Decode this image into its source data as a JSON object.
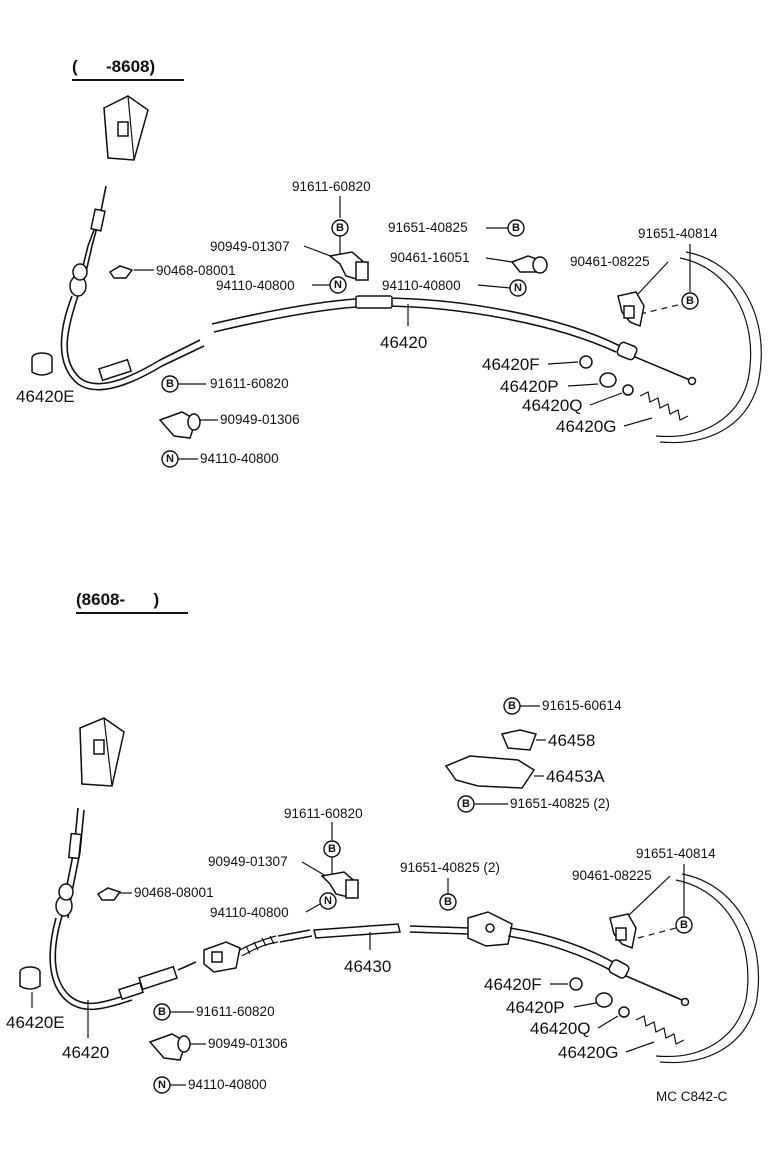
{
  "sections": [
    {
      "header": "(      -8608)",
      "labels": {
        "p_90468": "90468-08001",
        "p_46420E": "46420E",
        "p_91611_a": "91611-60820",
        "p_90949_01307": "90949-01307",
        "p_94110_a": "94110-40800",
        "p_46420": "46420",
        "p_91651_40825": "91651-40825",
        "p_90461_16051": "90461-16051",
        "p_94110_b": "94110-40800",
        "p_91651_40814": "91651-40814",
        "p_90461_08225": "90461-08225",
        "p_46420F": "46420F",
        "p_46420P": "46420P",
        "p_46420Q": "46420Q",
        "p_46420G": "46420G",
        "p_91611_b": "91611-60820",
        "p_90949_01306": "90949-01306",
        "p_94110_c": "94110-40800"
      }
    },
    {
      "header": "(8608-      )",
      "labels": {
        "p_91615": "91615-60614",
        "p_46458": "46458",
        "p_46453A": "46453A",
        "p_91651_40825_2a": "91651-40825 (2)",
        "p_91611_a": "91611-60820",
        "p_90949_01307": "90949-01307",
        "p_90468": "90468-08001",
        "p_94110_a": "94110-40800",
        "p_91651_40825_2b": "91651-40825 (2)",
        "p_91651_40814": "91651-40814",
        "p_90461_08225": "90461-08225",
        "p_46430": "46430",
        "p_46420F": "46420F",
        "p_46420P": "46420P",
        "p_46420Q": "46420Q",
        "p_46420G": "46420G",
        "p_46420E": "46420E",
        "p_46420": "46420",
        "p_91611_b": "91611-60820",
        "p_90949_01306": "90949-01306",
        "p_94110_b": "94110-40800"
      }
    }
  ],
  "symbols": {
    "bolt": "B",
    "nut": "N"
  },
  "footer": "MC  C842-C"
}
